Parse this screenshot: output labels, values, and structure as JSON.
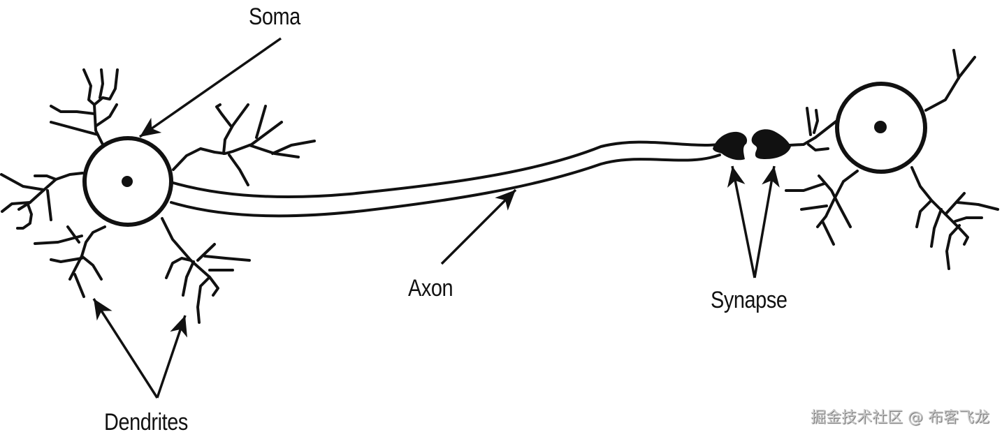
{
  "labels": {
    "soma": "Soma",
    "axon": "Axon",
    "synapse": "Synapse",
    "dendrites": "Dendrites"
  },
  "watermark": "掘金技术社区 @ 布客飞龙",
  "colors": {
    "ink": "#111111",
    "background": "#ffffff"
  }
}
